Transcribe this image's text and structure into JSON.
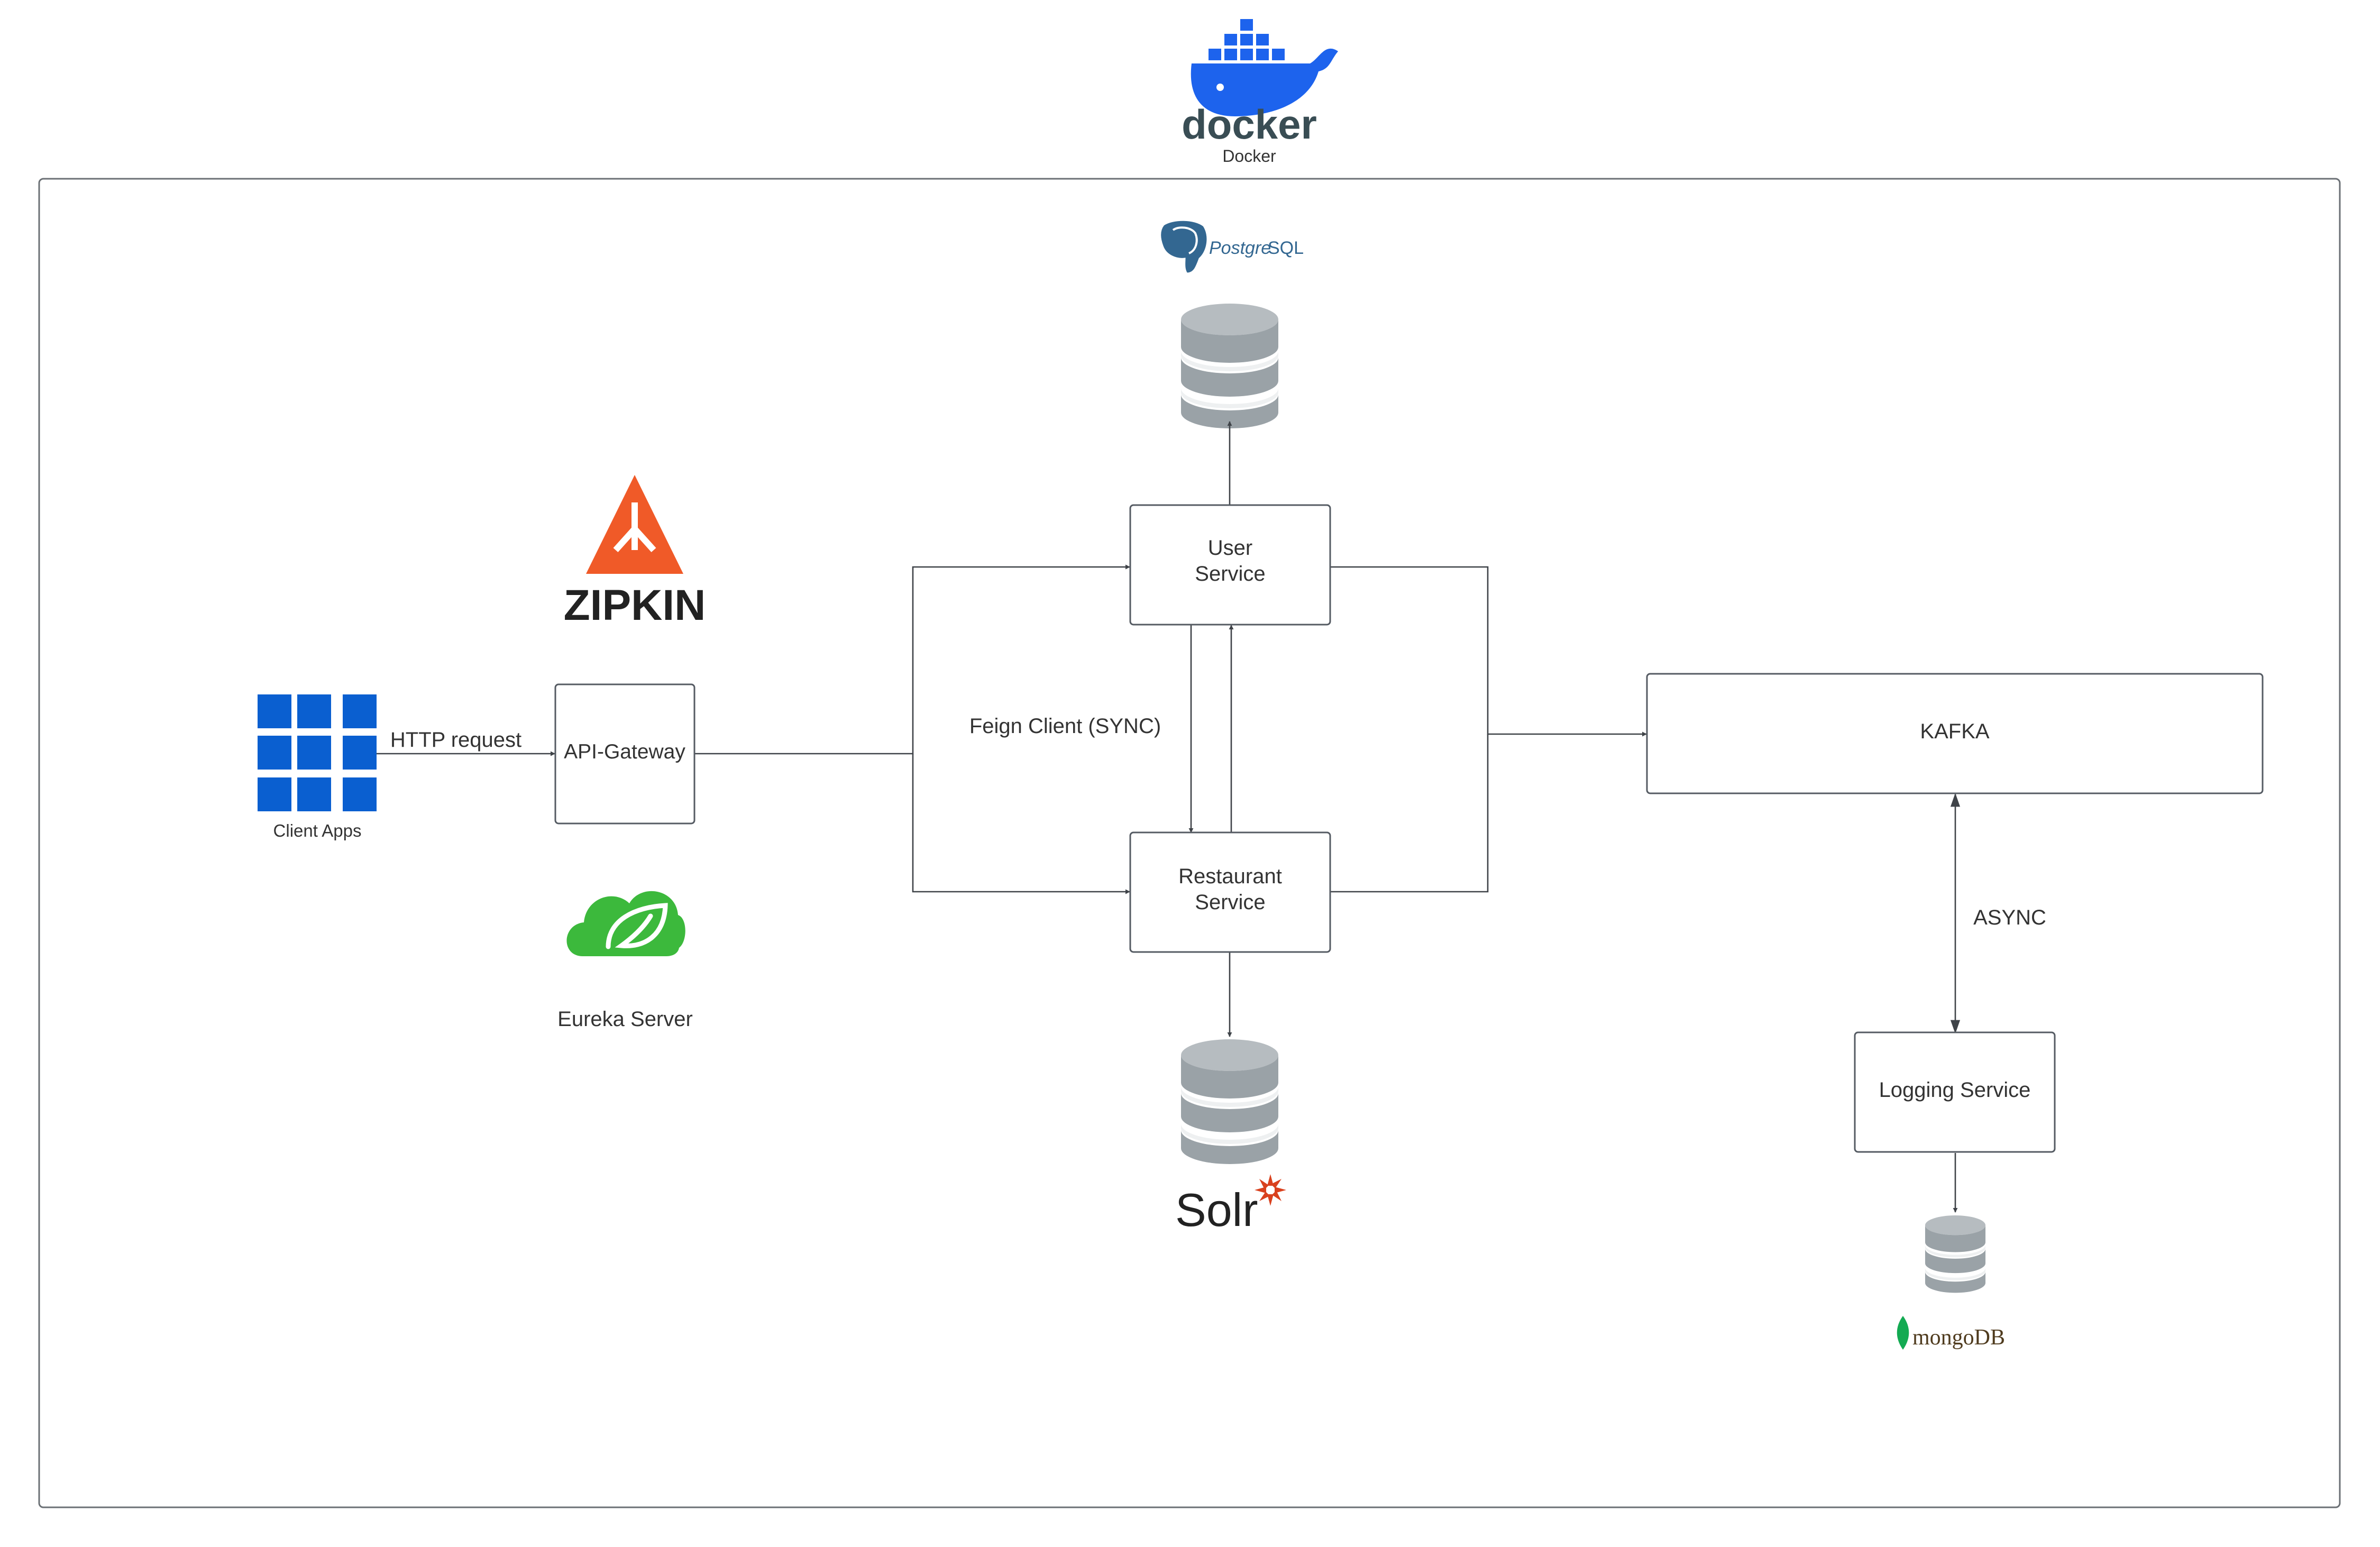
{
  "docker": {
    "logo_text": "docker",
    "label": "Docker",
    "color": "#1d63ed"
  },
  "postgres": {
    "logo_text_a": "Postgre",
    "logo_text_b": "SQL",
    "color": "#336791"
  },
  "zipkin": {
    "logo_text": "ZIPKIN",
    "color": "#f05a28"
  },
  "client_apps": {
    "label": "Client Apps",
    "color": "#0a5fd0"
  },
  "http_request": {
    "label": "HTTP request"
  },
  "api_gateway": {
    "label": "API-Gateway"
  },
  "eureka": {
    "label": "Eureka Server",
    "color": "#3cb93c"
  },
  "feign": {
    "label": "Feign Client (SYNC)"
  },
  "user_service": {
    "line1": "User",
    "line2": "Service"
  },
  "restaurant_service": {
    "line1": "Restaurant",
    "line2": "Service"
  },
  "kafka": {
    "label": "KAFKA"
  },
  "async": {
    "label": "ASYNC"
  },
  "logging_service": {
    "label": "Logging Service"
  },
  "solr": {
    "logo_text": "Solr",
    "color": "#d9411e"
  },
  "mongodb": {
    "logo_text": "mongoDB",
    "color": "#13aa52"
  },
  "database_icon_color": "#a9b0b5"
}
